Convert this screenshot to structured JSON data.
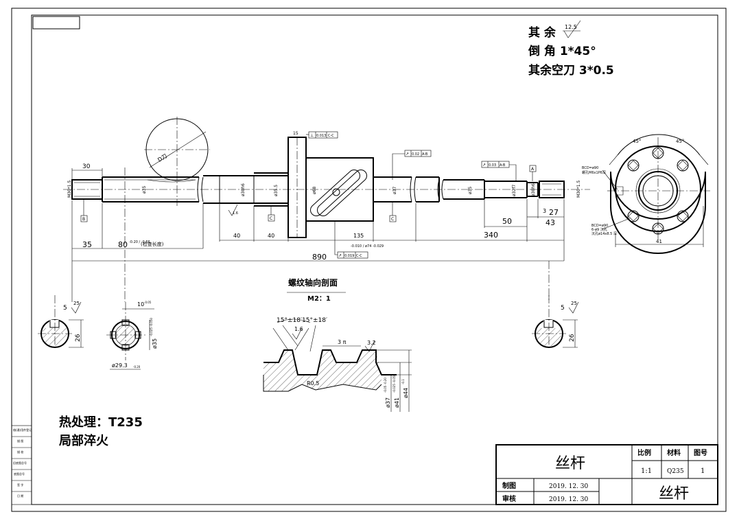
{
  "notes": {
    "rest_roughness_label": "其 余",
    "rest_roughness_value": "12.5",
    "chamfer": "倒 角 1*45°",
    "undercut": "其余空刀 3*0.5"
  },
  "heat_treatment": {
    "line1": "热处理：T235",
    "line2": "局部淬火"
  },
  "section_title": {
    "title": "螺纹轴向剖面",
    "scale": "M2：1"
  },
  "dimensions": {
    "d30": "30",
    "d35": "35",
    "d80": "80",
    "d80_tol": "-0.20 / -0.66",
    "d80_note": "(检查长度)",
    "d40a": "40",
    "d40b": "40",
    "d135": "135",
    "d340": "340",
    "d890": "890",
    "d50": "50",
    "d43": "43",
    "d27": "27",
    "d3": "3",
    "d15": "15",
    "d41": "41",
    "dia_M30_left": "M30*1.5",
    "dia_M30_right": "M30*1.5",
    "dia_30h6_a": "ø30h6",
    "dia_30h6_b": "ø30h6",
    "dia_35_a": "ø35",
    "dia_35_5": "ø35.5",
    "dia_68": "ø68",
    "dia_37": "ø37",
    "dia_35_b": "ø35",
    "dia_32f7": "ø32f7",
    "dia_74_tol": "-0.010 / ø74 -0.029",
    "tol_perp_15": "0.013",
    "tol_perp_15_ref": "C-C",
    "tol_bottom": "0.019",
    "tol_bottom_ref": "C-C",
    "tol_runout_a": "0.02",
    "tol_runout_a_ref": "A-B",
    "tol_runout_b": "0.03",
    "tol_runout_b_ref": "A-B",
    "datum_A": "A",
    "datum_B": "B",
    "datum_C1": "C",
    "datum_C2": "C",
    "roughness_16": "1.6",
    "tool_label": "D刀",
    "bcd_top_1": "BCD=ø90",
    "bcd_top_2": "螺孔M6x1P6深",
    "bcd_bot_1": "BCD=ø90",
    "bcd_bot_2": "6-ø9 沉孔",
    "bcd_bot_3": "沉孔ø14x8.5 深",
    "angle_45a": "45°",
    "angle_45b": "45°"
  },
  "sections": {
    "left_key_w": "5",
    "left_key_ra": "25",
    "left_key_h": "26",
    "spline_w": "10",
    "spline_w_tol": "-0.05",
    "spline_d": "ø35",
    "spline_d_tol": "-0.025 -0.050",
    "spline_inner": "ø29.3",
    "spline_inner_tol": "-0.20",
    "right_key_w": "5",
    "right_key_ra": "25",
    "right_key_h": "26"
  },
  "thread_profile": {
    "angle_left": "15°±18′",
    "angle_right": "15°±18′",
    "ra_left": "1.6",
    "pitch": "3 π",
    "ra_right": "3.2",
    "root_radius": "R0.5",
    "dia_37": "ø37",
    "dia_37_tol": "-0.05 -0.20",
    "dia_41": "ø41",
    "dia_41_tol": "-0.025 -0.050",
    "dia_44": "ø44",
    "dia_44_tol": "-0.1"
  },
  "title_block": {
    "part_name": "丝杆",
    "part_name_2": "丝杆",
    "scale_label": "比例",
    "scale_value": "1:1",
    "material_label": "材料",
    "material_value": "Q235",
    "drawing_no_label": "图号",
    "drawing_no_value": "1",
    "drawn_label": "制图",
    "drawn_date": "2019. 12. 30",
    "checked_label": "审核",
    "checked_date": "2019. 12. 30"
  },
  "side_strip": {
    "rows": [
      "借(通)用件登记",
      "描 图",
      "描 校",
      "旧底图总号",
      "底图总号",
      "签 字",
      "日 期"
    ]
  }
}
